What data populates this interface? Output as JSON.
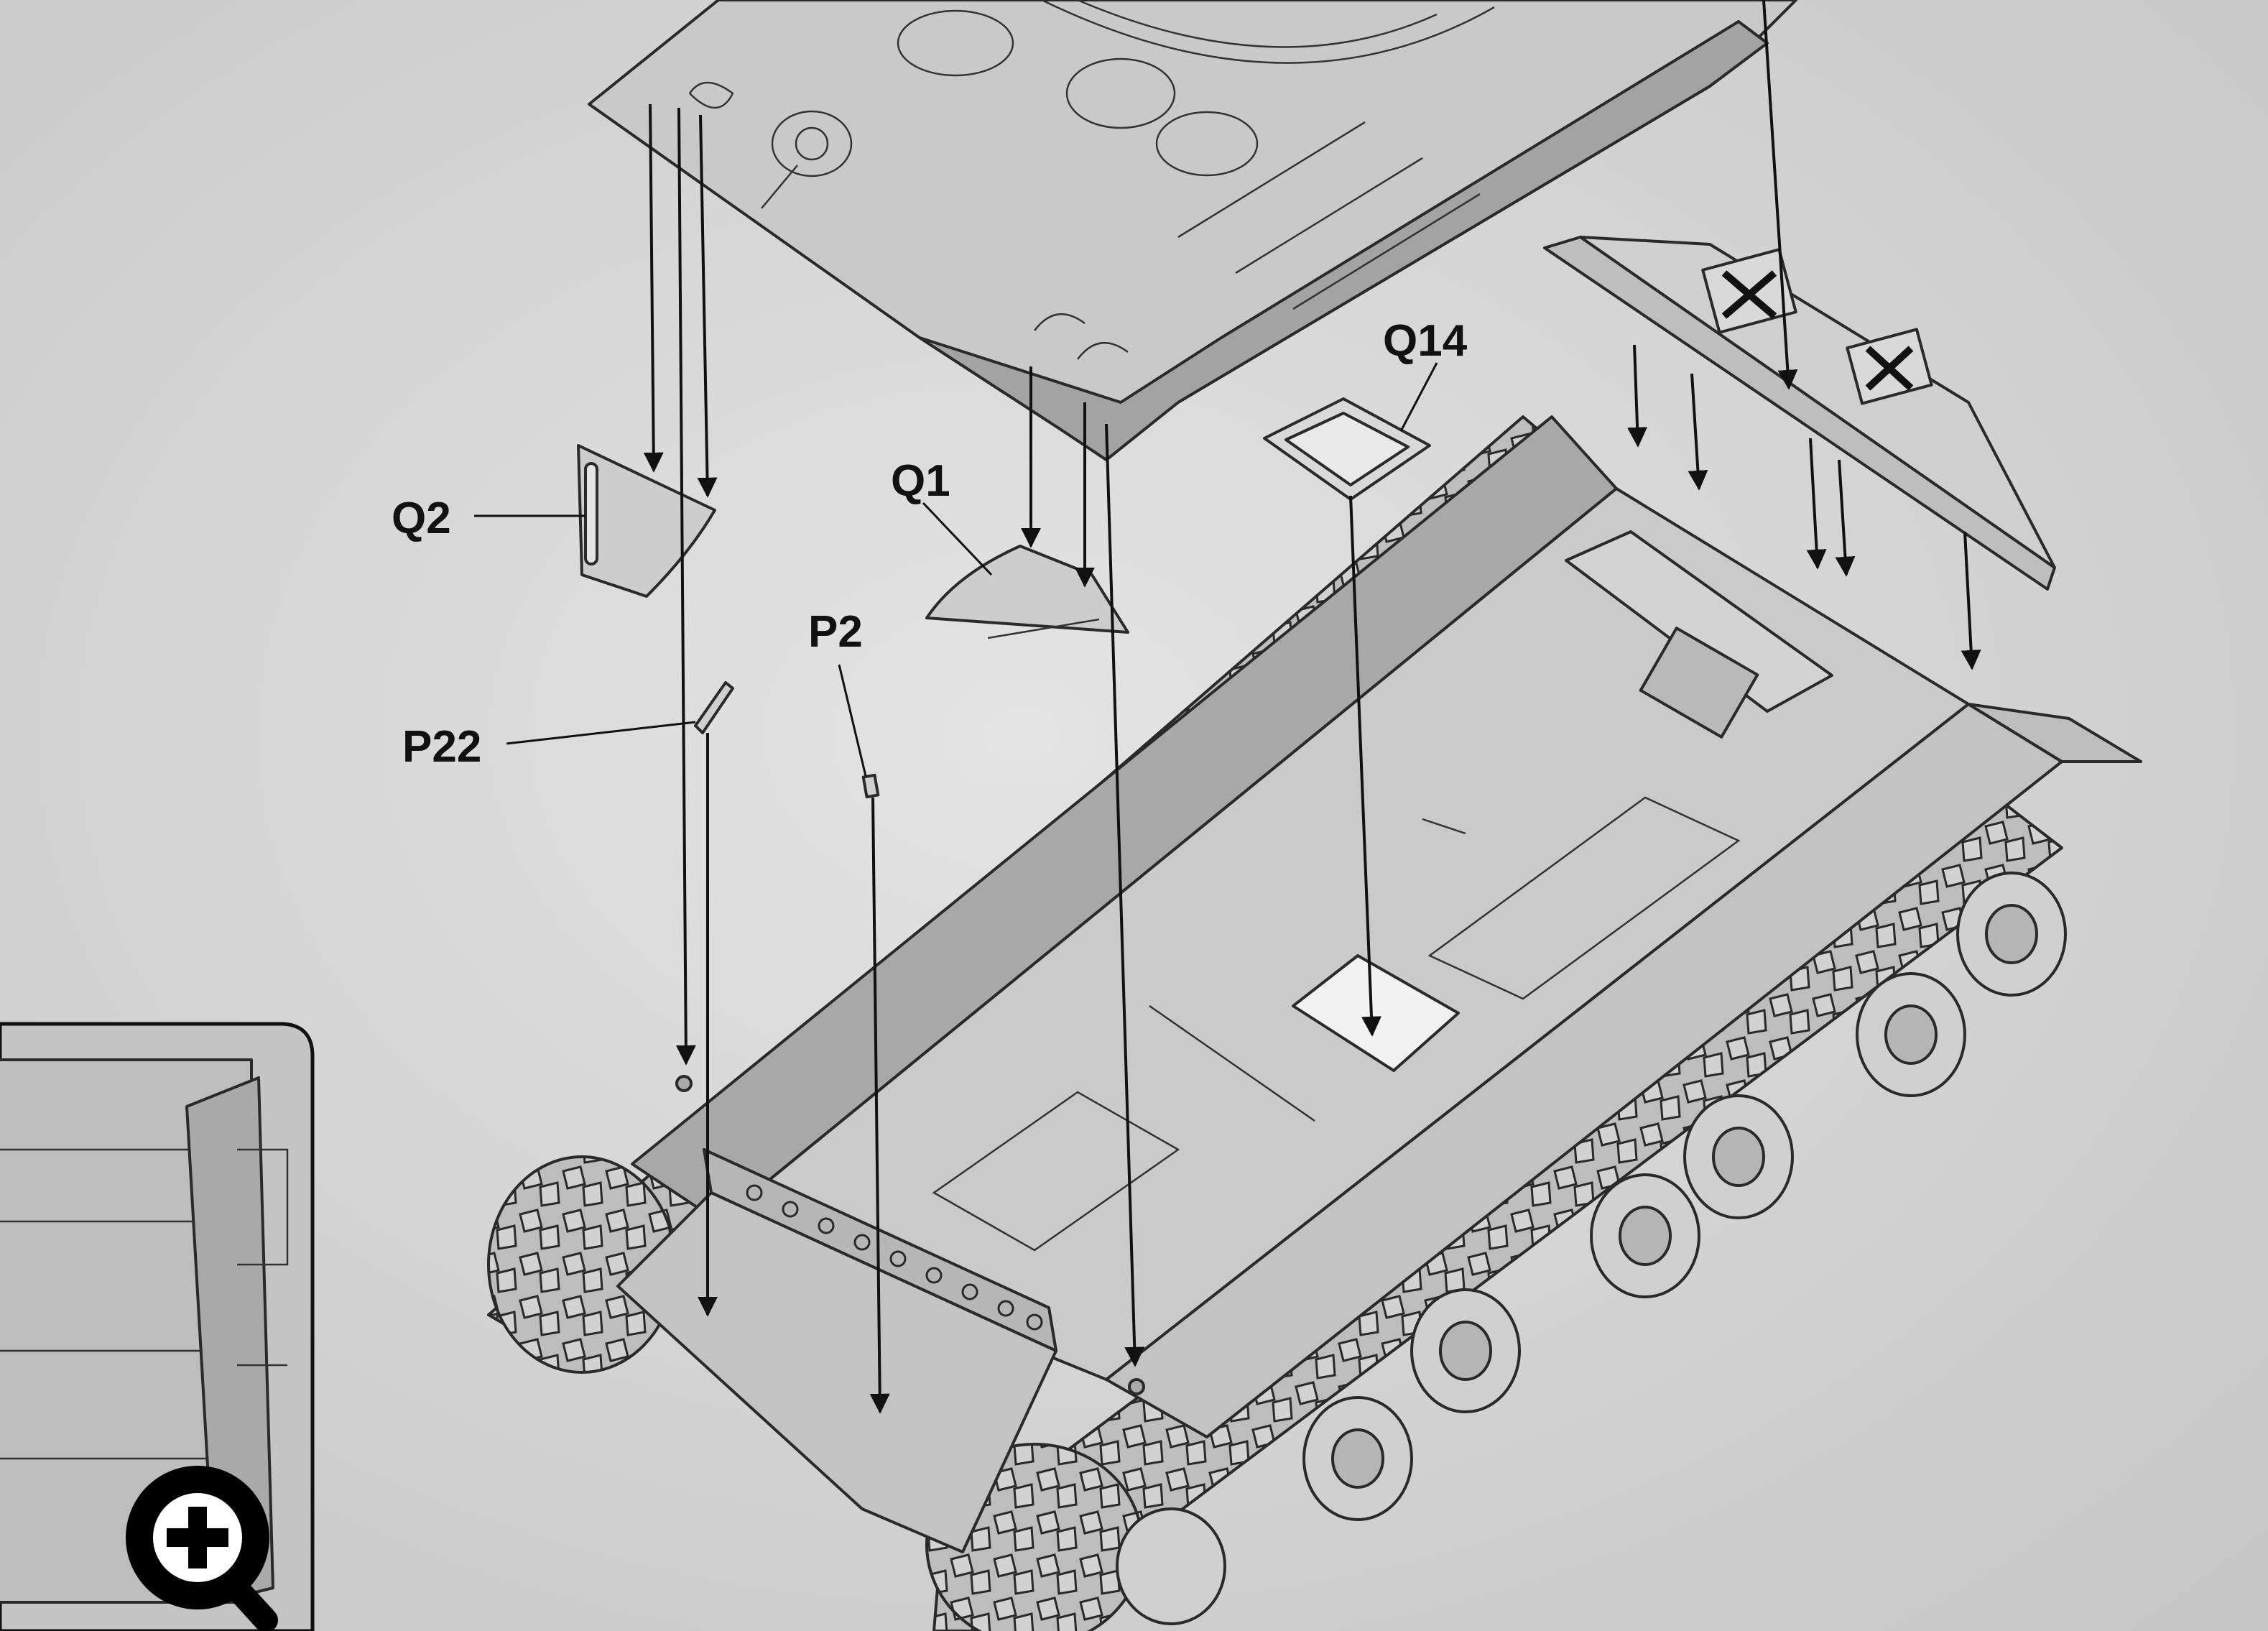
{
  "labels": {
    "q2": "Q2",
    "q1": "Q1",
    "q14": "Q14",
    "p2": "P2",
    "p22": "P22"
  },
  "colors": {
    "paper": "#d8d8d8",
    "part_fill": "#c7c7c7",
    "part_shadow": "#9d9d9d",
    "ink": "#111111"
  },
  "icons": {
    "zoom": "zoom-in-icon"
  }
}
